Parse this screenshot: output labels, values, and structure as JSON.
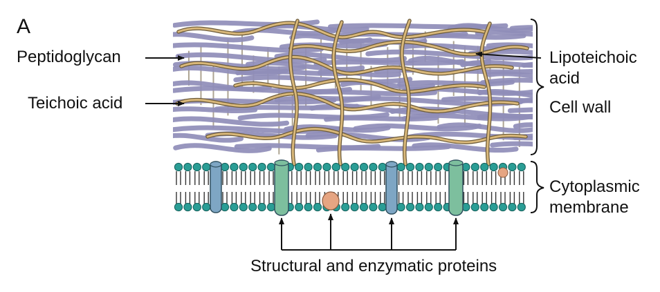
{
  "panel_letter": "A",
  "labels": {
    "peptidoglycan": "Peptidoglycan",
    "teichoic_acid": "Teichoic acid",
    "lipoteichoic_line1": "Lipoteichoic",
    "lipoteichoic_line2": "acid",
    "cell_wall": "Cell wall",
    "cytoplasmic_line1": "Cytoplasmic",
    "cytoplasmic_line2": "membrane",
    "proteins": "Structural and enzymatic proteins"
  },
  "colors": {
    "peptidoglycan": "#8f8db8",
    "teichoic_acid": "#d9b87a",
    "teichoic_outline": "#6b5a3a",
    "lipid_head": "#2a9d95",
    "protein_green": "#7dbf9e",
    "protein_blue": "#7ea6c4",
    "protein_round": "#e6a582",
    "ink": "#111111"
  }
}
